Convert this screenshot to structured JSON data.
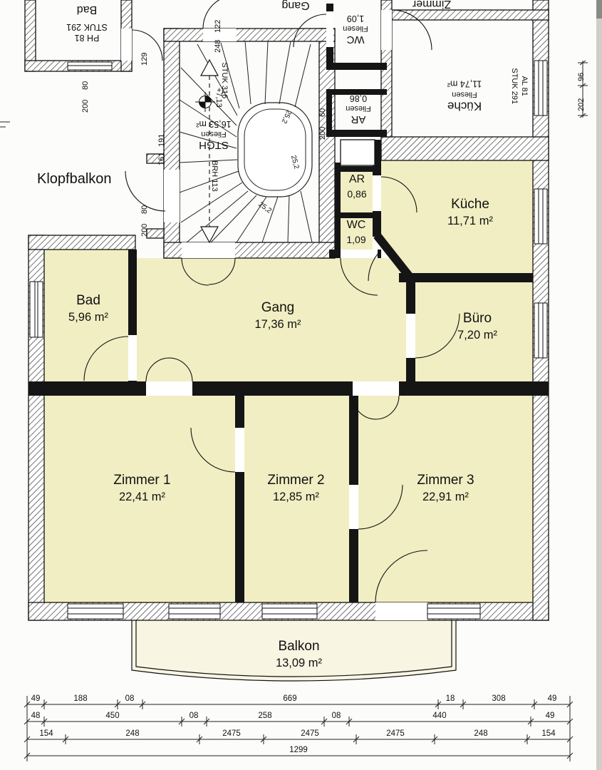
{
  "plan": {
    "klopfbalkon_label": "Klopfbalkon"
  },
  "rooms": [
    {
      "name": "Bad",
      "area": "5,96 m²"
    },
    {
      "name": "Gang",
      "area": "17,36 m²"
    },
    {
      "name": "Küche",
      "area": "11,71 m²"
    },
    {
      "name": "Büro",
      "area": "7,20 m²"
    },
    {
      "name": "AR",
      "area": "0,86"
    },
    {
      "name": "WC",
      "area": "1,09"
    },
    {
      "name": "Zimmer 1",
      "area": "22,41 m²"
    },
    {
      "name": "Zimmer 2",
      "area": "12,85 m²"
    },
    {
      "name": "Zimmer 3",
      "area": "22,91 m²"
    },
    {
      "name": "Balkon",
      "area": "13,09 m²"
    }
  ],
  "adjacent": {
    "bad": "Bad",
    "gang": "Gang",
    "zimmer": "Zimmer",
    "wc": {
      "name": "WC",
      "finish": "Fliesen",
      "area": "1,09"
    },
    "ar": {
      "name": "AR",
      "finish": "Fliesen",
      "area": "0,86"
    },
    "kueche": {
      "name": "Küche",
      "finish": "Fliesen",
      "area": "11,74 m²"
    },
    "stgh": {
      "name": "STGH",
      "finish": "Fliesen",
      "area": "16,53 m²"
    },
    "ph_81": "PH 81",
    "stuk_291_a": "STUK 291",
    "al_81": "AL 81",
    "stuk_291_b": "STUK 291",
    "stuk_316": "STUK 316",
    "level": "+7,13",
    "brh": "BRH 113",
    "tread": "25,2"
  },
  "dims": {
    "door_tl": [
      "80",
      "200"
    ],
    "door_klopf": [
      "80",
      "200"
    ],
    "stair_door": [
      "122",
      "248"
    ],
    "jamb": "129",
    "wall_left": [
      "191",
      "161"
    ],
    "door_ar": [
      "60",
      "200"
    ],
    "right": [
      "96",
      "202"
    ],
    "row1": [
      "49",
      "188",
      "08",
      "669",
      "18",
      "308",
      "49"
    ],
    "row2": [
      "48",
      "450",
      "08",
      "258",
      "08",
      "440",
      "49"
    ],
    "row3": [
      "154",
      "248",
      "2475",
      "2475",
      "2475",
      "248",
      "154"
    ],
    "row4": [
      "1299"
    ]
  }
}
